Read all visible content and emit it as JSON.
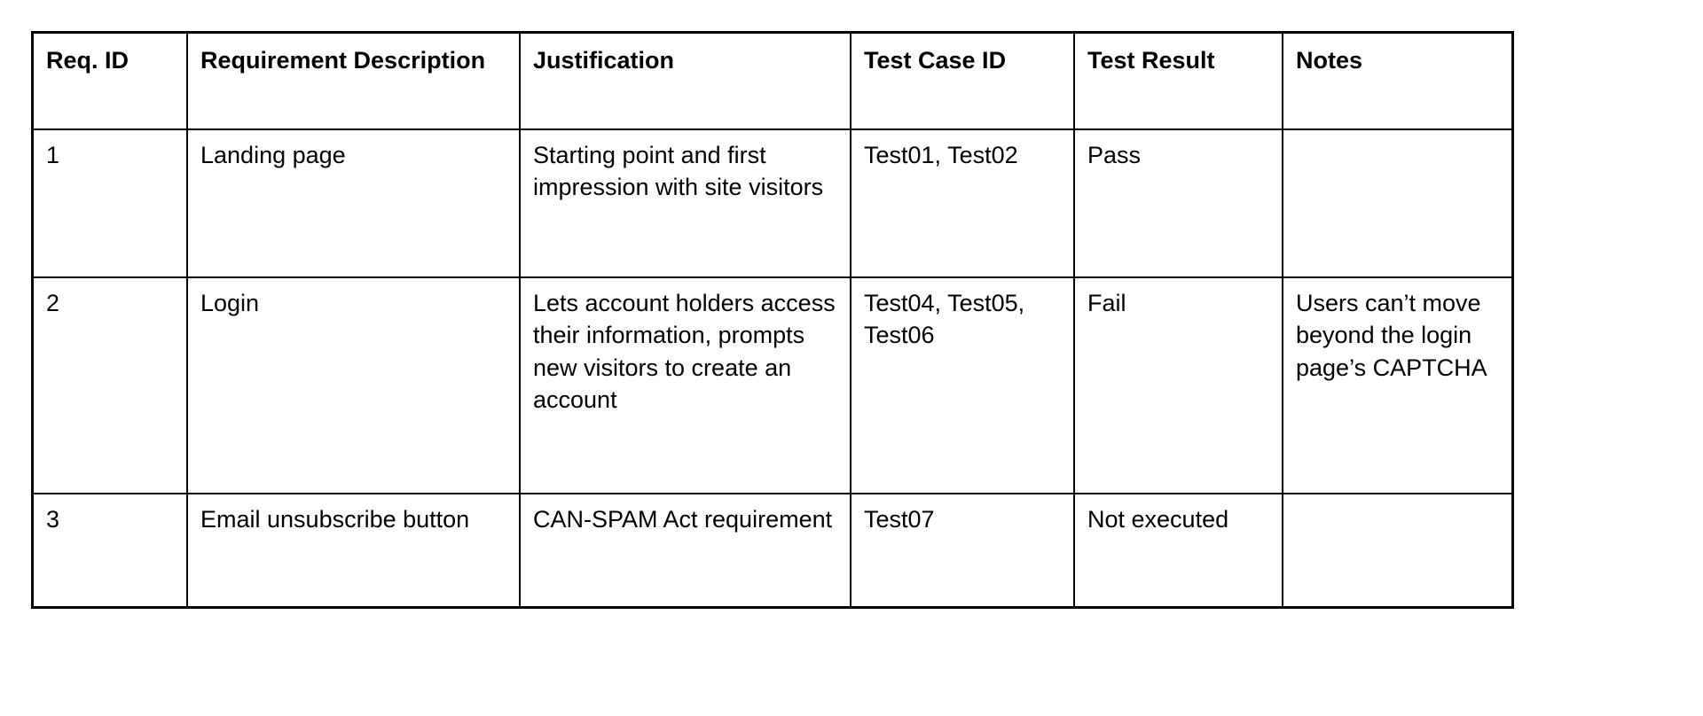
{
  "document": {
    "type": "requirements-traceability-table",
    "background_color": "#ffffff",
    "text_color": "#000000",
    "border_color": "#000000"
  },
  "table": {
    "columns": [
      {
        "key": "req_id",
        "label": "Req. ID"
      },
      {
        "key": "description",
        "label": "Requirement Description"
      },
      {
        "key": "justification",
        "label": "Justification"
      },
      {
        "key": "test_case_id",
        "label": "Test Case ID"
      },
      {
        "key": "test_result",
        "label": "Test Result"
      },
      {
        "key": "notes",
        "label": "Notes"
      }
    ],
    "rows": [
      {
        "req_id": "1",
        "description": "Landing page",
        "justification": "Starting point and first impression with site visitors",
        "test_case_id": "Test01, Test02",
        "test_result": "Pass",
        "notes": ""
      },
      {
        "req_id": "2",
        "description": "Login",
        "justification": "Lets account holders access their information, prompts new visitors to create an account",
        "test_case_id": "Test04, Test05, Test06",
        "test_result": "Fail",
        "notes": "Users can’t move beyond the login page’s CAPTCHA"
      },
      {
        "req_id": "3",
        "description": "Email unsubscribe button",
        "justification": "CAN-SPAM Act requirement",
        "test_case_id": "Test07",
        "test_result": "Not executed",
        "notes": ""
      }
    ]
  }
}
